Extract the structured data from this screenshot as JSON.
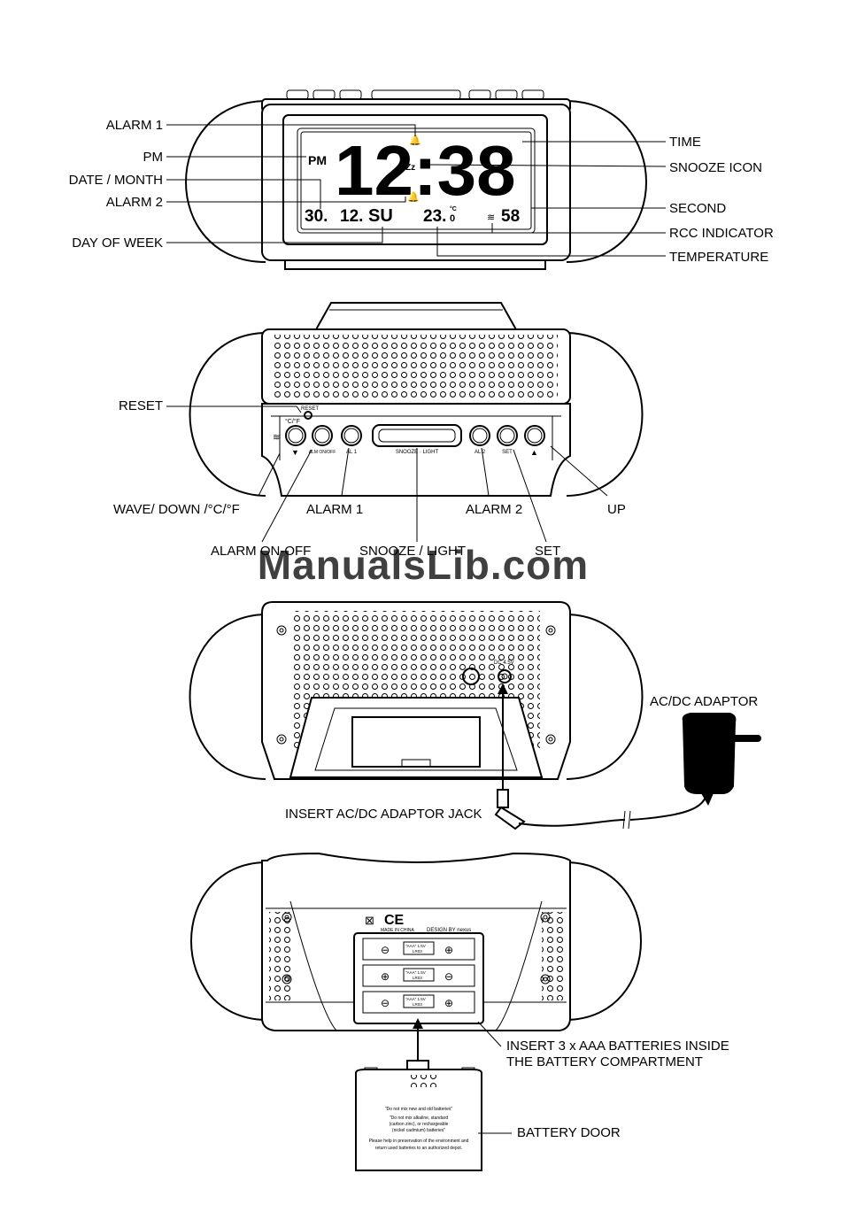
{
  "colors": {
    "ink": "#000000",
    "watermark": "#8fb6e3",
    "paper": "#ffffff"
  },
  "watermark": "ManualsLib.com",
  "front_view": {
    "display": {
      "time": "12:38",
      "pm": "PM",
      "date": "30.",
      "month": "12.",
      "day": "SU",
      "temperature": "23.",
      "temp_decimal": "0",
      "temp_unit": "°C",
      "second": "58",
      "snooze": "Zz"
    },
    "labels": {
      "alarm1": "ALARM 1",
      "pm": "PM",
      "date_month": "DATE / MONTH",
      "alarm2": "ALARM 2",
      "day_of_week": "DAY OF WEEK",
      "time": "TIME",
      "snooze_icon": "SNOOZE ICON",
      "second": "SECOND",
      "rcc_indicator": "RCC INDICATOR",
      "temperature": "TEMPERATURE"
    }
  },
  "top_view": {
    "button_texts": {
      "reset": "RESET",
      "celsius_fahrenheit": "°C/°F",
      "alm_onoff": "ALM ON/OFF",
      "al1": "AL 1",
      "snooze_light": "SNOOZE · LIGHT",
      "al2": "AL 2",
      "set": "SET"
    },
    "labels": {
      "reset": "RESET",
      "wave_down": "WAVE/ DOWN /°C/°F",
      "alarm1": "ALARM 1",
      "alarm2": "ALARM 2",
      "up": "UP",
      "alarm_onoff": "ALARM ON-OFF",
      "snooze_light": "SNOOZE / LIGHT",
      "set": "SET"
    }
  },
  "back_view": {
    "jack_text": "DC 4.5V",
    "labels": {
      "adaptor": "AC/DC ADAPTOR",
      "insert_jack": "INSERT AC/DC ADAPTOR JACK"
    }
  },
  "bottom_view": {
    "markings": {
      "ce": "CE",
      "made_in": "MADE IN CHINA",
      "design_by": "DESIGN BY nexus"
    },
    "battery_label": "\"AAA\" 1.5V",
    "battery_type": "LR03",
    "labels": {
      "insert_line1": "INSERT 3 x AAA BATTERIES INSIDE",
      "insert_line2": "THE BATTERY COMPARTMENT",
      "battery_door": "BATTERY DOOR"
    },
    "door_text": [
      "\"Do not mix new and old batteries\"",
      "\"Do not mix alkaline, standard",
      "(carbon zinc), or rechargeable",
      "(nickel cadmium) batteries\"",
      "Please help in preservation of the environment and",
      "return used batteries to an authorized depot."
    ]
  }
}
